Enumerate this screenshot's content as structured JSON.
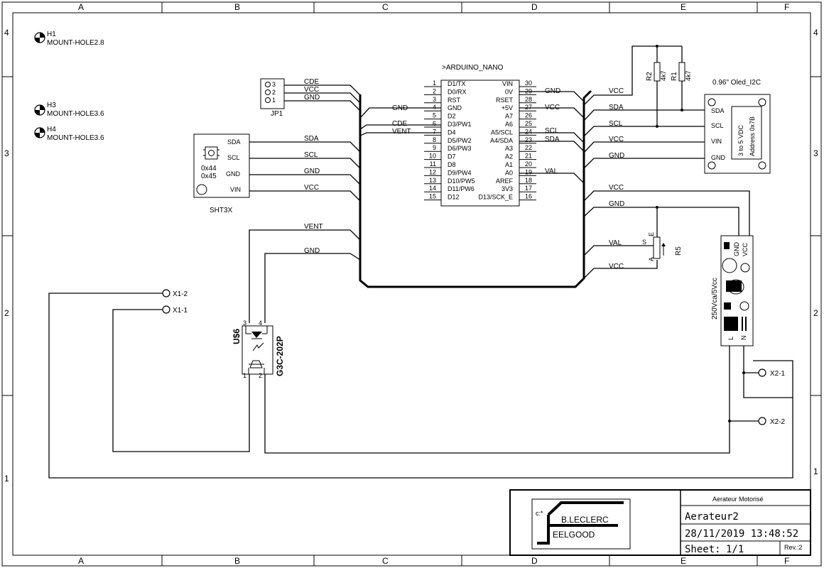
{
  "frame": {
    "columns": [
      "A",
      "B",
      "C",
      "D",
      "E",
      "F"
    ],
    "rows": [
      "4",
      "3",
      "2",
      "1"
    ]
  },
  "mount_holes": [
    {
      "ref": "H1",
      "value": "MOUNT-HOLE2.8"
    },
    {
      "ref": "H3",
      "value": "MOUNT-HOLE3.6"
    },
    {
      "ref": "H4",
      "value": "MOUNT-HOLE3.6"
    }
  ],
  "jp1": {
    "ref": "JP1",
    "pins": [
      "3",
      "2",
      "1"
    ],
    "nets": [
      "CDE",
      "VCC",
      "GND"
    ]
  },
  "sht3x": {
    "ref": "SHT3X",
    "addr1": "0x44",
    "addr2": "0x45",
    "pins": [
      "SDA",
      "SCL",
      "GND",
      "VIN"
    ],
    "nets": [
      "SDA",
      "SCL",
      "GND",
      "VCC"
    ]
  },
  "arduino": {
    "name": ">ARDUINO_NANO",
    "left_pins": [
      {
        "num": "1",
        "name": "D1/TX"
      },
      {
        "num": "2",
        "name": "D0/RX"
      },
      {
        "num": "3",
        "name": "RST"
      },
      {
        "num": "4",
        "name": "GND"
      },
      {
        "num": "5",
        "name": "D2"
      },
      {
        "num": "6",
        "name": "D3/PW1"
      },
      {
        "num": "7",
        "name": "D4"
      },
      {
        "num": "8",
        "name": "D5/PW2"
      },
      {
        "num": "9",
        "name": "D6/PW3"
      },
      {
        "num": "10",
        "name": "D7"
      },
      {
        "num": "11",
        "name": "D8"
      },
      {
        "num": "12",
        "name": "D9/PW4"
      },
      {
        "num": "13",
        "name": "D10/PW5"
      },
      {
        "num": "14",
        "name": "D11/PW6"
      },
      {
        "num": "15",
        "name": "D12"
      }
    ],
    "right_pins": [
      {
        "num": "30",
        "name": "VIN"
      },
      {
        "num": "29",
        "name": "0V"
      },
      {
        "num": "28",
        "name": "RSET"
      },
      {
        "num": "27",
        "name": "+5V"
      },
      {
        "num": "26",
        "name": "A7"
      },
      {
        "num": "25",
        "name": "A6"
      },
      {
        "num": "24",
        "name": "A5/SCL"
      },
      {
        "num": "23",
        "name": "A4/SDA"
      },
      {
        "num": "22",
        "name": "A3"
      },
      {
        "num": "21",
        "name": "A2"
      },
      {
        "num": "20",
        "name": "A1"
      },
      {
        "num": "19",
        "name": "A0"
      },
      {
        "num": "18",
        "name": "AREF"
      },
      {
        "num": "17",
        "name": "3V3"
      },
      {
        "num": "16",
        "name": "D13/SCK_E"
      }
    ],
    "left_nets": {
      "gnd": "GND",
      "cde": "CDE",
      "vent": "VENT"
    },
    "right_nets": {
      "gnd": "GND",
      "vcc": "VCC",
      "scl": "SCL",
      "sda": "SDA",
      "val": "VAL"
    }
  },
  "resistors": {
    "r2": {
      "ref": "R2",
      "value": "4k7"
    },
    "r1": {
      "ref": "R1",
      "value": "4k7"
    }
  },
  "oled": {
    "title": "0.96\" Oled_I2C",
    "pins": [
      "SDA",
      "SCL",
      "VIN",
      "GND"
    ],
    "note1": "3 to 5 VDC",
    "note2": "Address 0x7B"
  },
  "right_nets": [
    "VCC",
    "SDA",
    "SCL",
    "VCC",
    "GND",
    "VCC",
    "GND",
    "VAL",
    "VCC"
  ],
  "pot": {
    "ref": "R5",
    "pin_s": "S",
    "pin_e": "E",
    "pin_a": "A"
  },
  "ssr": {
    "ref": "U$6",
    "value": "G3C-202P",
    "pins": [
      "3",
      "4",
      "1",
      "2"
    ],
    "nets": {
      "vent": "VENT",
      "gnd": "GND"
    }
  },
  "psu": {
    "label": "250Vca/5Vcc",
    "gnd": "GND",
    "vcc": "VCC",
    "l": "L",
    "n": "N"
  },
  "terminals": [
    {
      "ref": "X1-2"
    },
    {
      "ref": "X1-1"
    },
    {
      "ref": "X2-1"
    },
    {
      "ref": "X2-2"
    }
  ],
  "title_block": {
    "project": "Aerateur Motorisé",
    "name": "Aerateur2",
    "date": "28/11/2019 13:48:52",
    "sheet_label": "Sheet:",
    "sheet": "1/1",
    "rev": "Rev.:2",
    "logo_prefix": "c:*",
    "logo_line1": "B.LECLERC",
    "logo_line2": "EELGOOD"
  }
}
